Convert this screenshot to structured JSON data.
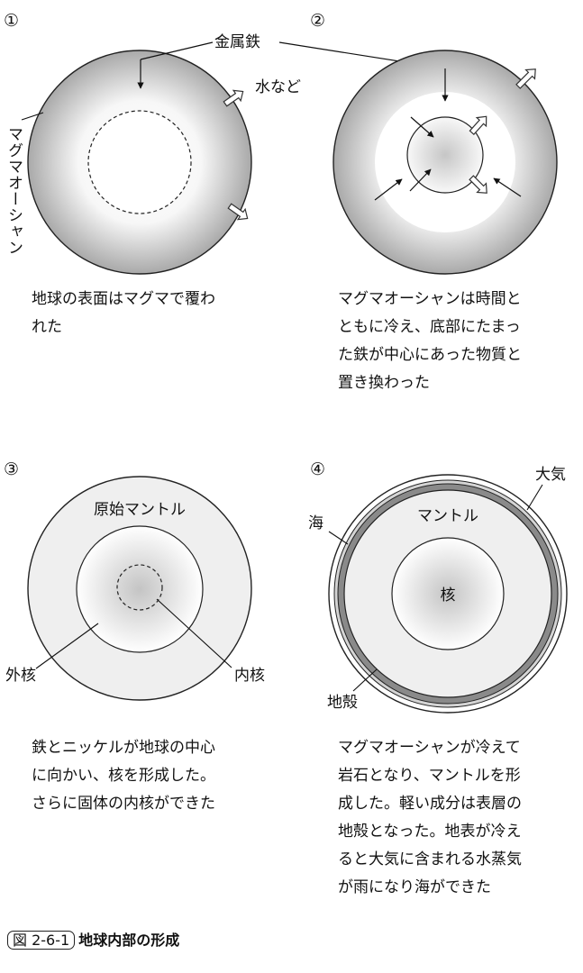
{
  "panels": [
    {
      "number": "①",
      "labels": {
        "iron": "金属鉄",
        "water": "水など",
        "magma": "マグマオーシャン"
      },
      "caption": [
        "地球の表面はマグマで覆わ",
        "れた"
      ]
    },
    {
      "number": "②",
      "caption": [
        "マグマオーシャンは時間と",
        "ともに冷え、底部にたまっ",
        "た鉄が中心にあった物質と",
        "置き換わった"
      ]
    },
    {
      "number": "③",
      "labels": {
        "mantle": "原始マントル",
        "outer_core": "外核",
        "inner_core": "内核"
      },
      "caption": [
        "鉄とニッケルが地球の中心",
        "に向かい、核を形成した。",
        "さらに固体の内核ができた"
      ]
    },
    {
      "number": "④",
      "labels": {
        "atmosphere": "大気",
        "ocean": "海",
        "mantle": "マントル",
        "core": "核",
        "crust": "地殻"
      },
      "caption": [
        "マグマオーシャンが冷えて",
        "岩石となり、マントルを形",
        "成した。軽い成分は表層の",
        "地殻となった。地表が冷え",
        "ると大気に含まれる水蒸気",
        "が雨になり海ができた"
      ]
    }
  ],
  "figure": {
    "number": "図 2-6-1",
    "title": "地球内部の形成"
  }
}
